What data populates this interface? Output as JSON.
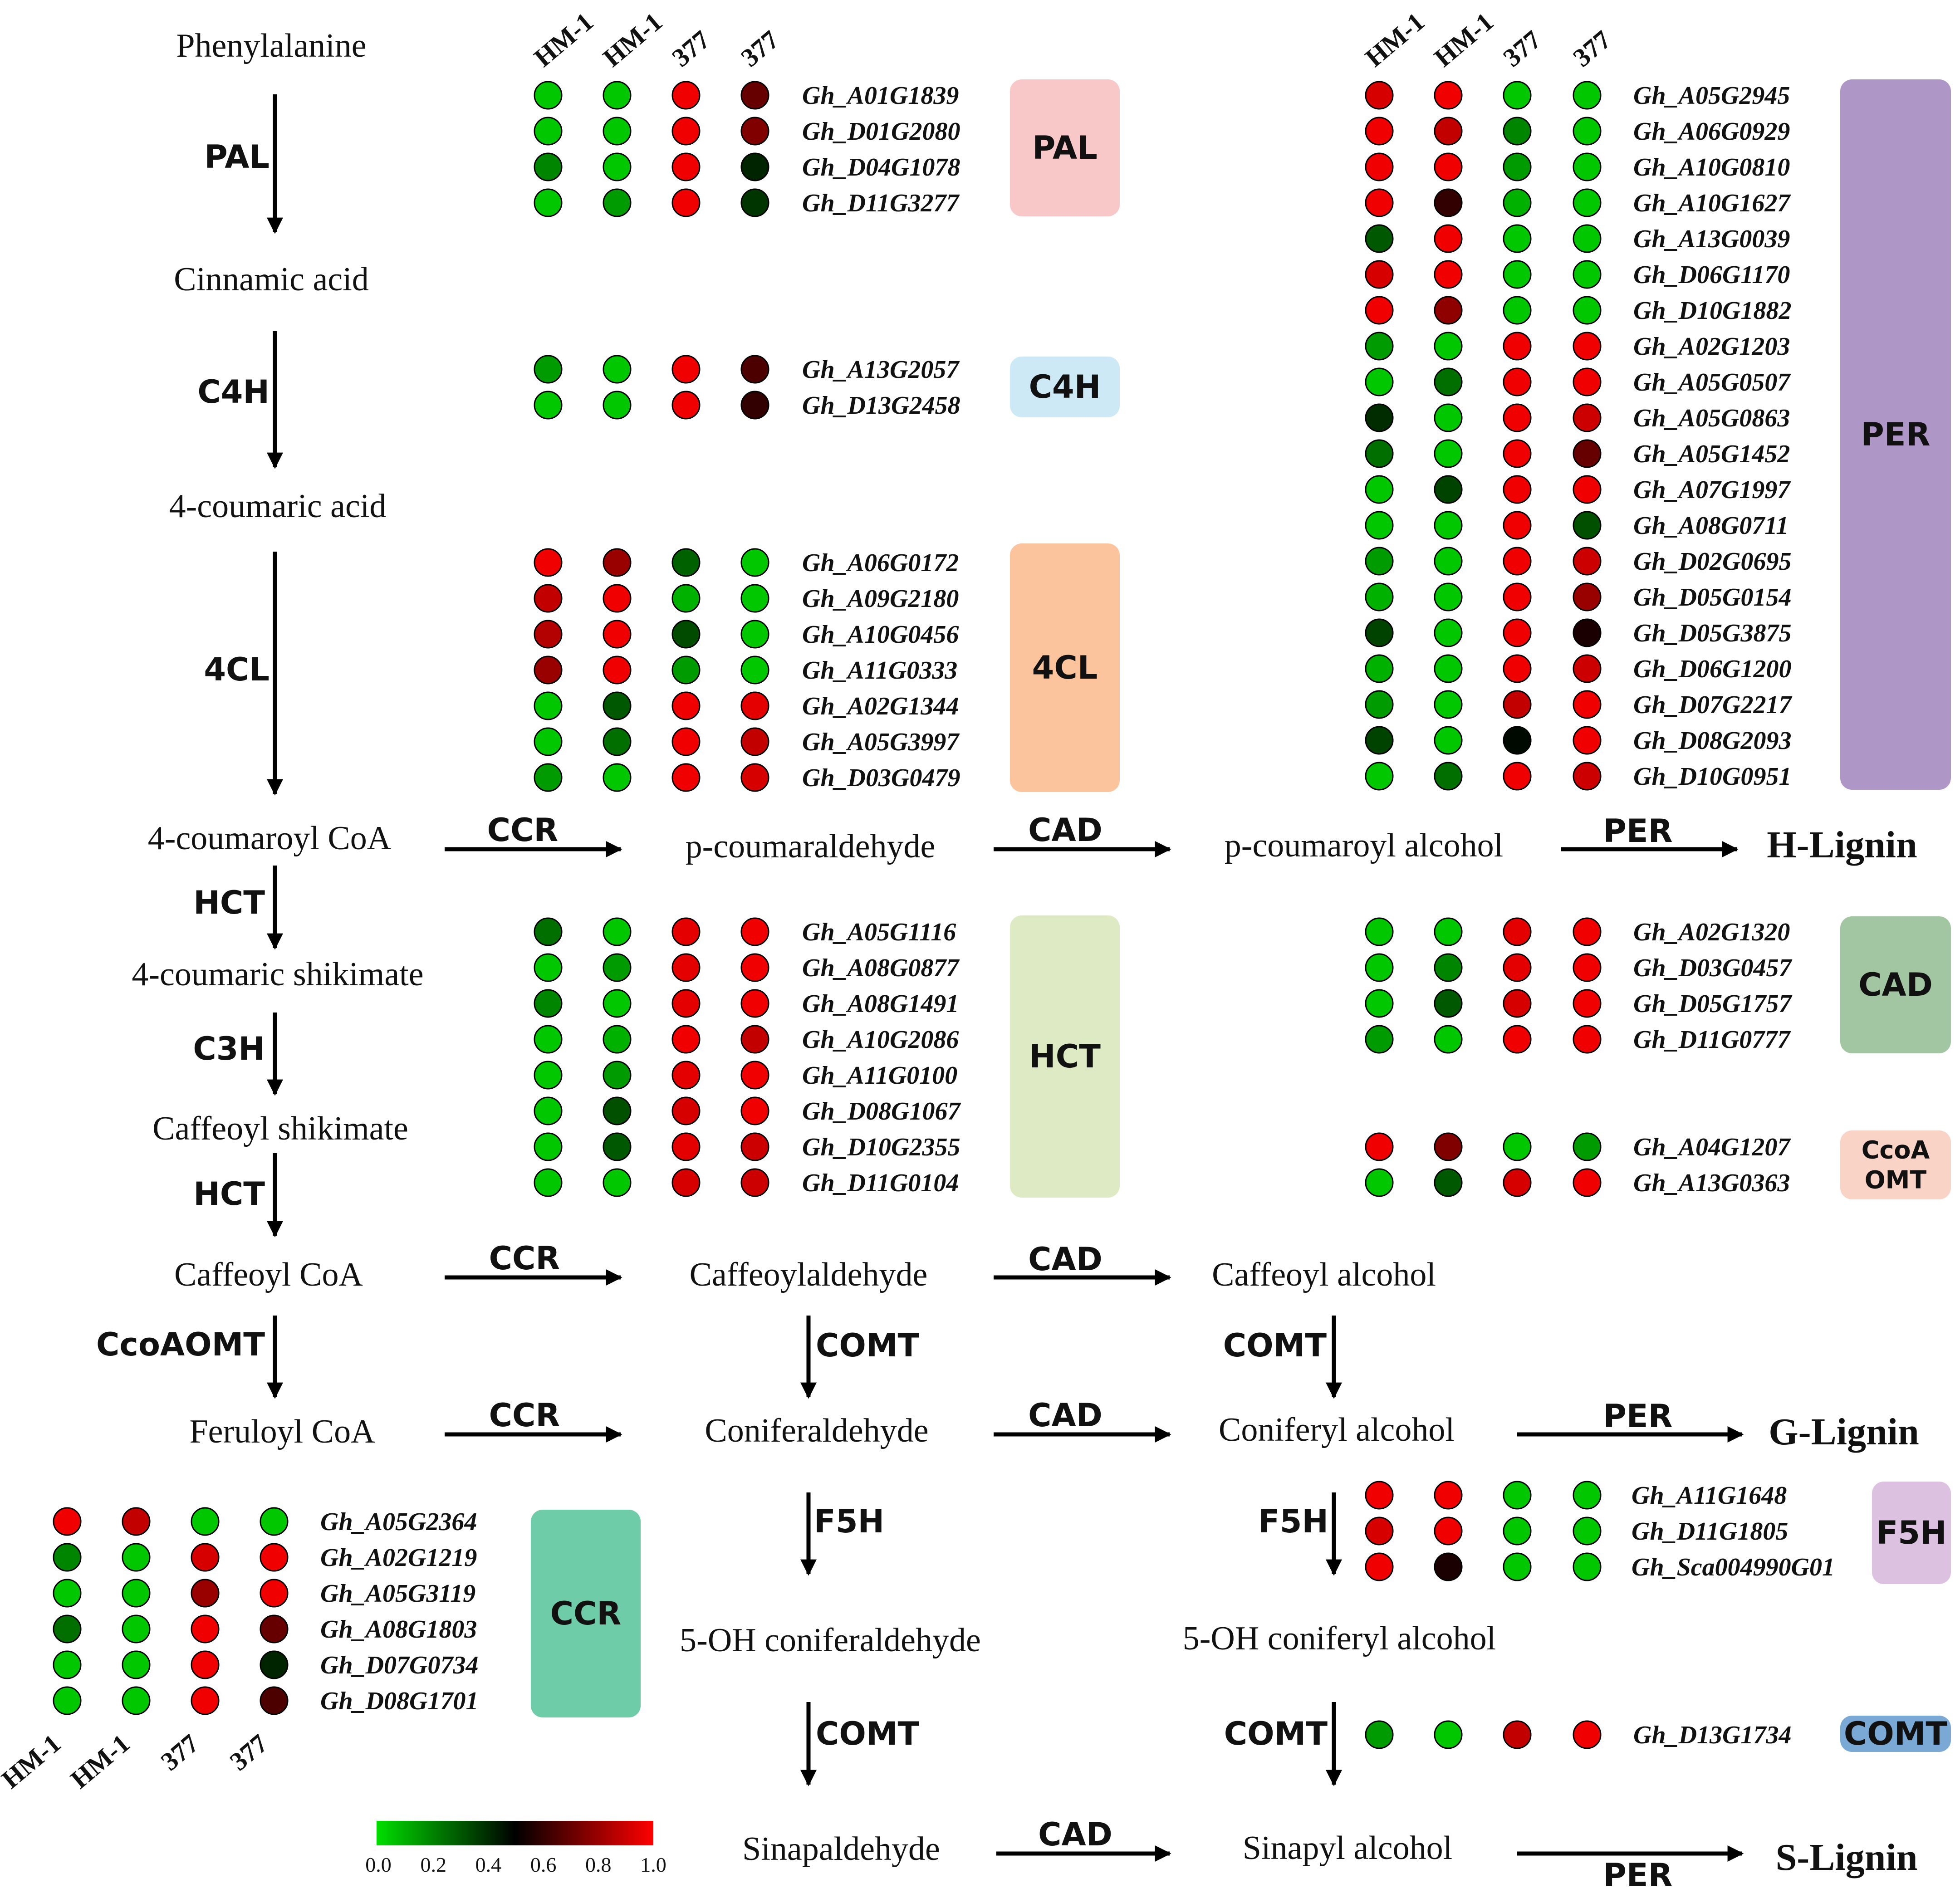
{
  "metabolites": {
    "phenylalanine": "Phenylalanine",
    "cinnamic_acid": "Cinnamic acid",
    "coumaric_acid": "4-coumaric acid",
    "coumaroyl_coa": "4-coumaroyl CoA",
    "coumaric_shikimate": "4-coumaric shikimate",
    "caffeoyl_shikimate": "Caffeoyl shikimate",
    "caffeoyl_coa": "Caffeoyl CoA",
    "feruloyl_coa": "Feruloyl CoA",
    "p_coumaraldehyde": "p-coumaraldehyde",
    "p_coumaroyl_alcohol": "p-coumaroyl alcohol",
    "caffeoylaldehyde": "Caffeoylaldehyde",
    "caffeoyl_alcohol": "Caffeoyl alcohol",
    "coniferaldehyde": "Coniferaldehyde",
    "coniferyl_alcohol": "Coniferyl alcohol",
    "oh_coniferaldehyde": "5-OH coniferaldehyde",
    "oh_coniferyl_alcohol": "5-OH coniferyl alcohol",
    "sinapaldehyde": "Sinapaldehyde",
    "sinapyl_alcohol": "Sinapyl alcohol"
  },
  "lignins": {
    "h": "H-Lignin",
    "g": "G-Lignin",
    "s": "S-Lignin"
  },
  "enzymes": {
    "pal": "PAL",
    "c4h": "C4H",
    "fourcl": "4CL",
    "hct": "HCT",
    "c3h": "C3H",
    "ccoaomt": "CcoAOMT",
    "ccr": "CCR",
    "cad": "CAD",
    "per": "PER",
    "comt": "COMT",
    "f5h": "F5H"
  },
  "sample_headers": [
    "HM-1",
    "HM-1",
    "377",
    "377"
  ],
  "legend": {
    "ticks": [
      "0.0",
      "0.2",
      "0.4",
      "0.6",
      "0.8",
      "1.0"
    ],
    "colors": [
      "#00dd00",
      "#000000",
      "#ff0000"
    ]
  },
  "gene_groups": [
    {
      "id": "PAL",
      "label": "PAL",
      "box_color": "#f8c8c8",
      "show_headers": true,
      "genes": [
        {
          "name": "Gh_A01G1839",
          "values": [
            0.05,
            0.05,
            0.97,
            0.7
          ]
        },
        {
          "name": "Gh_D01G2080",
          "values": [
            0.05,
            0.05,
            0.97,
            0.75
          ]
        },
        {
          "name": "Gh_D04G1078",
          "values": [
            0.2,
            0.05,
            0.97,
            0.42
          ]
        },
        {
          "name": "Gh_D11G3277",
          "values": [
            0.05,
            0.15,
            0.97,
            0.38
          ]
        }
      ]
    },
    {
      "id": "C4H",
      "label": "C4H",
      "box_color": "#cde9f6",
      "show_headers": false,
      "genes": [
        {
          "name": "Gh_A13G2057",
          "values": [
            0.15,
            0.05,
            0.97,
            0.65
          ]
        },
        {
          "name": "Gh_D13G2458",
          "values": [
            0.05,
            0.05,
            0.97,
            0.6
          ]
        }
      ]
    },
    {
      "id": "4CL",
      "label": "4CL",
      "box_color": "#fcc49c",
      "show_headers": false,
      "genes": [
        {
          "name": "Gh_A06G0172",
          "values": [
            0.97,
            0.8,
            0.28,
            0.05
          ]
        },
        {
          "name": "Gh_A09G2180",
          "values": [
            0.88,
            0.97,
            0.1,
            0.05
          ]
        },
        {
          "name": "Gh_A10G0456",
          "values": [
            0.85,
            0.97,
            0.33,
            0.05
          ]
        },
        {
          "name": "Gh_A11G0333",
          "values": [
            0.8,
            0.97,
            0.15,
            0.05
          ]
        },
        {
          "name": "Gh_A02G1344",
          "values": [
            0.05,
            0.3,
            0.97,
            0.95
          ]
        },
        {
          "name": "Gh_A05G3997",
          "values": [
            0.05,
            0.25,
            0.97,
            0.88
          ]
        },
        {
          "name": "Gh_D03G0479",
          "values": [
            0.15,
            0.05,
            0.97,
            0.92
          ]
        }
      ]
    },
    {
      "id": "HCT",
      "label": "HCT",
      "box_color": "#ddeac4",
      "show_headers": false,
      "genes": [
        {
          "name": "Gh_A05G1116",
          "values": [
            0.25,
            0.05,
            0.95,
            0.97
          ]
        },
        {
          "name": "Gh_A08G0877",
          "values": [
            0.05,
            0.15,
            0.95,
            0.97
          ]
        },
        {
          "name": "Gh_A08G1491",
          "values": [
            0.2,
            0.05,
            0.95,
            0.97
          ]
        },
        {
          "name": "Gh_A10G2086",
          "values": [
            0.05,
            0.1,
            0.97,
            0.88
          ]
        },
        {
          "name": "Gh_A11G0100",
          "values": [
            0.05,
            0.15,
            0.95,
            0.97
          ]
        },
        {
          "name": "Gh_D08G1067",
          "values": [
            0.05,
            0.32,
            0.92,
            0.97
          ]
        },
        {
          "name": "Gh_D10G2355",
          "values": [
            0.05,
            0.3,
            0.95,
            0.9
          ]
        },
        {
          "name": "Gh_D11G0104",
          "values": [
            0.05,
            0.05,
            0.92,
            0.9
          ]
        }
      ]
    },
    {
      "id": "PER",
      "label": "PER",
      "box_color": "#ae97c7",
      "show_headers": true,
      "genes": [
        {
          "name": "Gh_A05G2945",
          "values": [
            0.92,
            0.97,
            0.05,
            0.05
          ]
        },
        {
          "name": "Gh_A06G0929",
          "values": [
            0.97,
            0.88,
            0.2,
            0.05
          ]
        },
        {
          "name": "Gh_A10G0810",
          "values": [
            0.97,
            0.97,
            0.15,
            0.05
          ]
        },
        {
          "name": "Gh_A10G1627",
          "values": [
            0.97,
            0.6,
            0.1,
            0.05
          ]
        },
        {
          "name": "Gh_A13G0039",
          "values": [
            0.3,
            0.97,
            0.05,
            0.05
          ]
        },
        {
          "name": "Gh_D06G1170",
          "values": [
            0.92,
            0.97,
            0.05,
            0.05
          ]
        },
        {
          "name": "Gh_D10G1882",
          "values": [
            0.97,
            0.78,
            0.05,
            0.05
          ]
        },
        {
          "name": "Gh_A02G1203",
          "values": [
            0.15,
            0.05,
            0.97,
            0.97
          ]
        },
        {
          "name": "Gh_A05G0507",
          "values": [
            0.05,
            0.25,
            0.97,
            0.97
          ]
        },
        {
          "name": "Gh_A05G0863",
          "values": [
            0.4,
            0.05,
            0.97,
            0.9
          ]
        },
        {
          "name": "Gh_A05G1452",
          "values": [
            0.25,
            0.05,
            0.97,
            0.7
          ]
        },
        {
          "name": "Gh_A07G1997",
          "values": [
            0.05,
            0.35,
            0.97,
            0.97
          ]
        },
        {
          "name": "Gh_A08G0711",
          "values": [
            0.05,
            0.05,
            0.97,
            0.32
          ]
        },
        {
          "name": "Gh_D02G0695",
          "values": [
            0.15,
            0.05,
            0.97,
            0.9
          ]
        },
        {
          "name": "Gh_D05G0154",
          "values": [
            0.1,
            0.05,
            0.97,
            0.8
          ]
        },
        {
          "name": "Gh_D05G3875",
          "values": [
            0.35,
            0.05,
            0.97,
            0.55
          ]
        },
        {
          "name": "Gh_D06G1200",
          "values": [
            0.1,
            0.05,
            0.97,
            0.9
          ]
        },
        {
          "name": "Gh_D07G2217",
          "values": [
            0.15,
            0.05,
            0.88,
            0.97
          ]
        },
        {
          "name": "Gh_D08G2093",
          "values": [
            0.35,
            0.05,
            0.48,
            0.97
          ]
        },
        {
          "name": "Gh_D10G0951",
          "values": [
            0.05,
            0.25,
            0.97,
            0.9
          ]
        }
      ]
    },
    {
      "id": "CAD",
      "label": "CAD",
      "box_color": "#a2c6a2",
      "show_headers": false,
      "genes": [
        {
          "name": "Gh_A02G1320",
          "values": [
            0.05,
            0.05,
            0.95,
            0.97
          ]
        },
        {
          "name": "Gh_D03G0457",
          "values": [
            0.05,
            0.2,
            0.95,
            0.97
          ]
        },
        {
          "name": "Gh_D05G1757",
          "values": [
            0.05,
            0.3,
            0.92,
            0.97
          ]
        },
        {
          "name": "Gh_D11G0777",
          "values": [
            0.15,
            0.05,
            0.97,
            0.97
          ]
        }
      ]
    },
    {
      "id": "CCoAOMT",
      "label": "CcoA OMT",
      "label_lines": [
        "CcoA",
        "OMT"
      ],
      "box_color": "#fad3c7",
      "show_headers": false,
      "genes": [
        {
          "name": "Gh_A04G1207",
          "values": [
            0.97,
            0.75,
            0.05,
            0.15
          ]
        },
        {
          "name": "Gh_A13G0363",
          "values": [
            0.05,
            0.3,
            0.92,
            0.97
          ]
        }
      ]
    },
    {
      "id": "F5H",
      "label": "F5H",
      "box_color": "#dcc2e0",
      "show_headers": false,
      "genes": [
        {
          "name": "Gh_A11G1648",
          "values": [
            0.97,
            0.97,
            0.05,
            0.05
          ]
        },
        {
          "name": "Gh_D11G1805",
          "values": [
            0.92,
            0.97,
            0.05,
            0.05
          ]
        },
        {
          "name": "Gh_Sca004990G01",
          "values": [
            0.97,
            0.55,
            0.05,
            0.05
          ]
        }
      ]
    },
    {
      "id": "COMT",
      "label": "COMT",
      "box_color": "#79a9d4",
      "show_headers": false,
      "genes": [
        {
          "name": "Gh_D13G1734",
          "values": [
            0.15,
            0.05,
            0.88,
            0.97
          ]
        }
      ]
    },
    {
      "id": "CCR",
      "label": "CCR",
      "box_color": "#6ecda8",
      "show_headers": true,
      "genes": [
        {
          "name": "Gh_A05G2364",
          "values": [
            0.97,
            0.88,
            0.05,
            0.05
          ]
        },
        {
          "name": "Gh_A02G1219",
          "values": [
            0.2,
            0.05,
            0.92,
            0.97
          ]
        },
        {
          "name": "Gh_A05G3119",
          "values": [
            0.05,
            0.05,
            0.8,
            0.97
          ]
        },
        {
          "name": "Gh_A08G1803",
          "values": [
            0.25,
            0.05,
            0.97,
            0.7
          ]
        },
        {
          "name": "Gh_D07G0734",
          "values": [
            0.05,
            0.05,
            0.97,
            0.42
          ]
        },
        {
          "name": "Gh_D08G1701",
          "values": [
            0.05,
            0.05,
            0.97,
            0.65
          ]
        }
      ]
    }
  ]
}
